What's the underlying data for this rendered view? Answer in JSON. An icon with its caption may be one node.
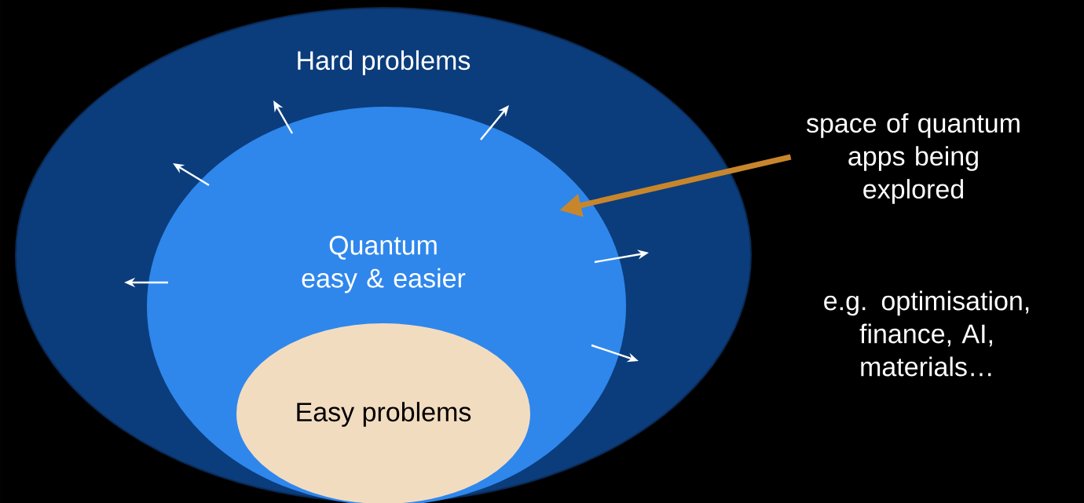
{
  "diagram": {
    "nodes": [
      {
        "text": [
          "Hard problems"
        ]
      },
      {
        "text": [
          "Quantum easy & easier"
        ],
        "in": 0
      },
      {
        "text": [
          "Easy problems"
        ],
        "in": 1
      },
      {
        "text": [
          "space of quantum apps being explored"
        ]
      }
    ],
    "edges": [
      {
        "from": 3,
        "to": 1,
        "arrow": "to",
        "color": "#c8862c"
      }
    ],
    "labels": [
      "e.g. optimisation, finance, AI, materials…"
    ]
  }
}
